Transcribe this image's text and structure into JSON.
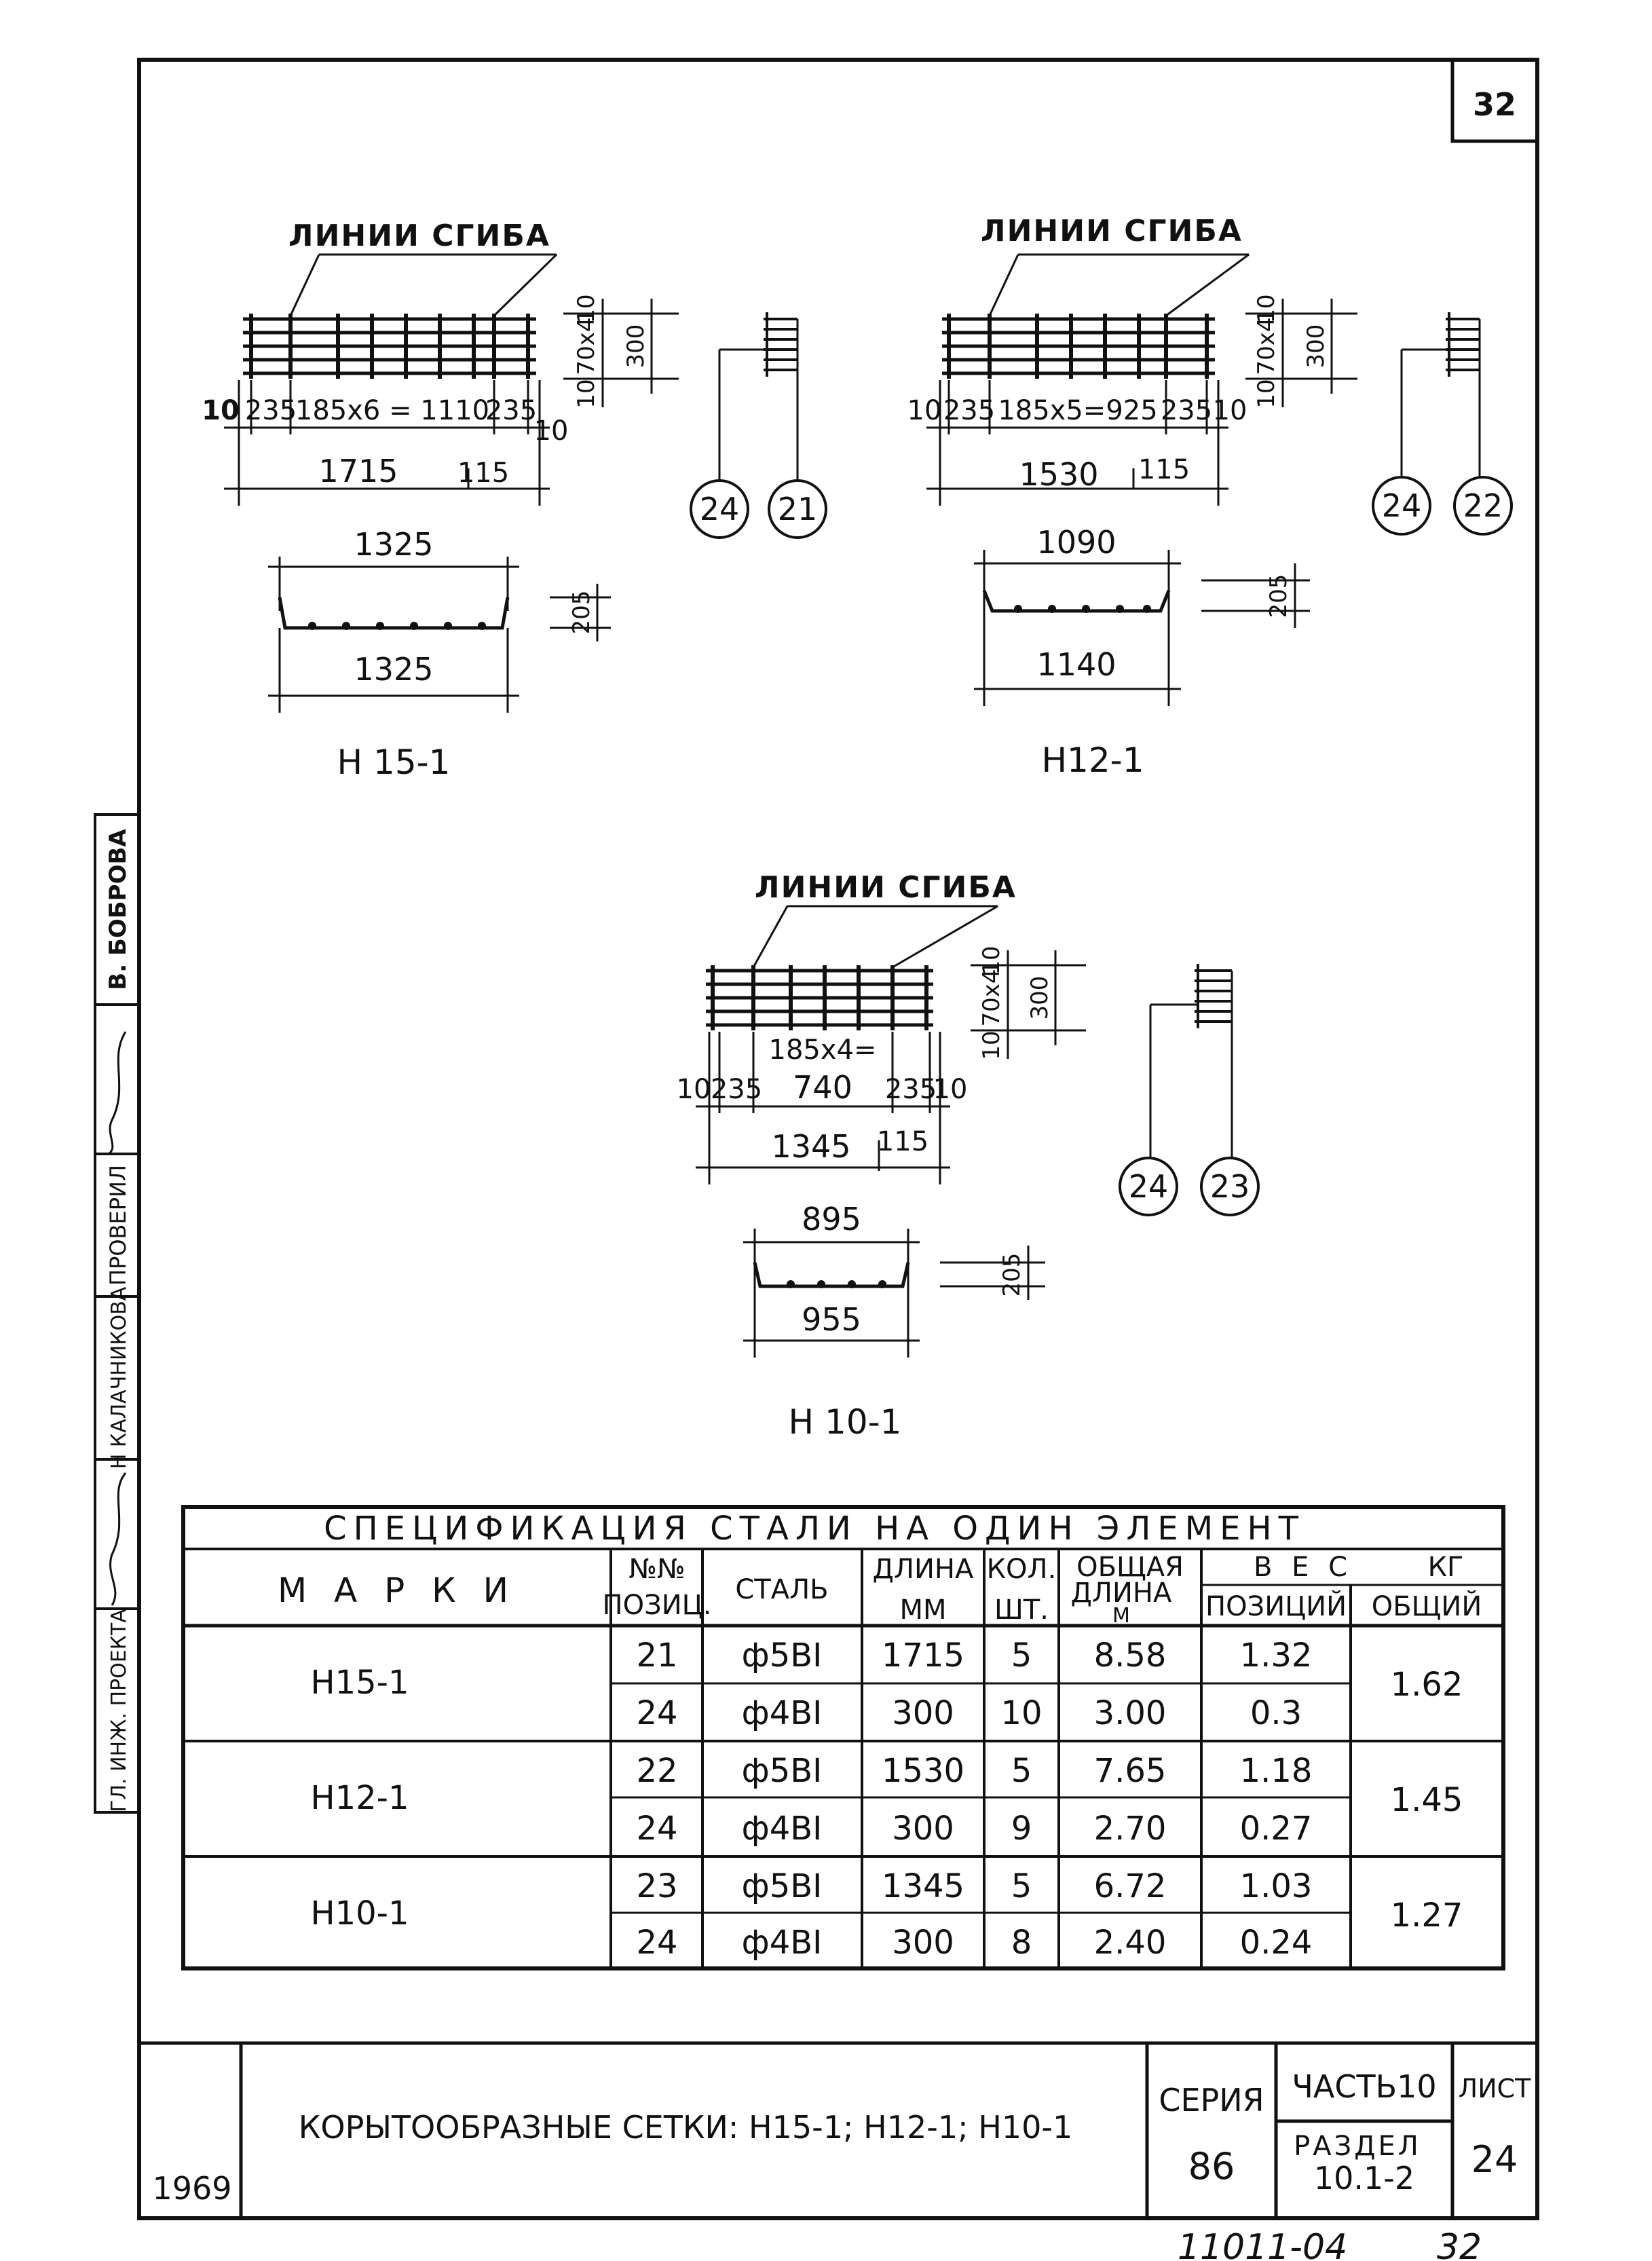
{
  "sheet": {
    "corner_number": "32",
    "handwritten_number": "11011-04",
    "handwritten_page": "32"
  },
  "stamp": {
    "role_chief": "ГЛ. ИНЖ. ПРОЕКТА",
    "name_chief": "Н КАЛАЧНИКОВА",
    "role_checked": "ПРОВЕРИЛ",
    "name_checked": "В. БОБРОВА"
  },
  "mesh_h15": {
    "label": "Н 15-1",
    "bend": "ЛИНИИ СГИБА",
    "dims": {
      "e10l": "10",
      "e235l": "235",
      "span": "185х6 = 1110",
      "e235r": "235",
      "e10r": "10",
      "total": "1715",
      "end": "115",
      "v_top": "10",
      "v_pitch": "70х4",
      "v_height": "300",
      "v_bot": "10",
      "flat_top": "1325",
      "flat_bot": "1325",
      "depth": "205"
    },
    "pos_a": "24",
    "pos_b": "21"
  },
  "mesh_h12": {
    "label": "Н12-1",
    "bend": "ЛИНИИ СГИБА",
    "dims": {
      "e10l": "10",
      "e235l": "235",
      "span": "185х5=925",
      "e235r": "235",
      "e10r": "10",
      "total": "1530",
      "end": "115",
      "v_top": "10",
      "v_pitch": "70х4",
      "v_height": "300",
      "v_bot": "10",
      "flat_top": "1090",
      "flat_bot": "1140",
      "depth": "205"
    },
    "pos_a": "24",
    "pos_b": "22"
  },
  "mesh_h10": {
    "label": "Н 10-1",
    "bend": "ЛИНИИ СГИБА",
    "dims": {
      "e10l": "10",
      "e235l": "235",
      "span_a": "185х4=",
      "span_b": "740",
      "e235r": "235",
      "e10r": "10",
      "total": "1345",
      "end": "115",
      "v_top": "10",
      "v_pitch": "70х4",
      "v_height": "300",
      "v_bot": "10",
      "flat_top": "895",
      "flat_bot": "955",
      "depth": "205"
    },
    "pos_a": "24",
    "pos_b": "23"
  },
  "spec": {
    "title": "СПЕЦИФИКАЦИЯ СТАЛИ НА ОДИН ЭЛЕМЕНТ",
    "headers": {
      "mark": "М А Р К И",
      "pos_a": "№№",
      "pos_b": "ПОЗИЦ.",
      "steel": "СТАЛЬ",
      "len_a": "ДЛИНА",
      "len_b": "ММ",
      "qty_a": "КОЛ.",
      "qty_b": "ШТ.",
      "total_a": "ОБЩАЯ",
      "total_b": "ДЛИНА",
      "total_c": "М",
      "weight": "В Е С",
      "kg": "КГ",
      "w_pos": "ПОЗИЦИЙ",
      "w_total": "ОБЩИЙ"
    },
    "groups": [
      {
        "mark": "Н15-1",
        "total": "1.62",
        "rows": [
          {
            "pos": "21",
            "steel": "ф5ВI",
            "len": "1715",
            "qty": "5",
            "tot": "8.58",
            "w": "1.32"
          },
          {
            "pos": "24",
            "steel": "ф4ВI",
            "len": "300",
            "qty": "10",
            "tot": "3.00",
            "w": "0.3"
          }
        ]
      },
      {
        "mark": "Н12-1",
        "total": "1.45",
        "rows": [
          {
            "pos": "22",
            "steel": "ф5ВI",
            "len": "1530",
            "qty": "5",
            "tot": "7.65",
            "w": "1.18"
          },
          {
            "pos": "24",
            "steel": "ф4ВI",
            "len": "300",
            "qty": "9",
            "tot": "2.70",
            "w": "0.27"
          }
        ]
      },
      {
        "mark": "Н10-1",
        "total": "1.27",
        "rows": [
          {
            "pos": "23",
            "steel": "ф5ВI",
            "len": "1345",
            "qty": "5",
            "tot": "6.72",
            "w": "1.03"
          },
          {
            "pos": "24",
            "steel": "ф4ВI",
            "len": "300",
            "qty": "8",
            "tot": "2.40",
            "w": "0.24"
          }
        ]
      }
    ]
  },
  "title_block": {
    "year": "1969",
    "title": "КОРЫТООБРАЗНЫЕ СЕТКИ: Н15-1; Н12-1; Н10-1",
    "series_label": "СЕРИЯ",
    "series": "86",
    "part": "ЧАСТЬ10",
    "section_label": "РАЗДЕЛ",
    "section": "10.1-2",
    "sheet_label": "ЛИСТ",
    "sheet": "24"
  }
}
